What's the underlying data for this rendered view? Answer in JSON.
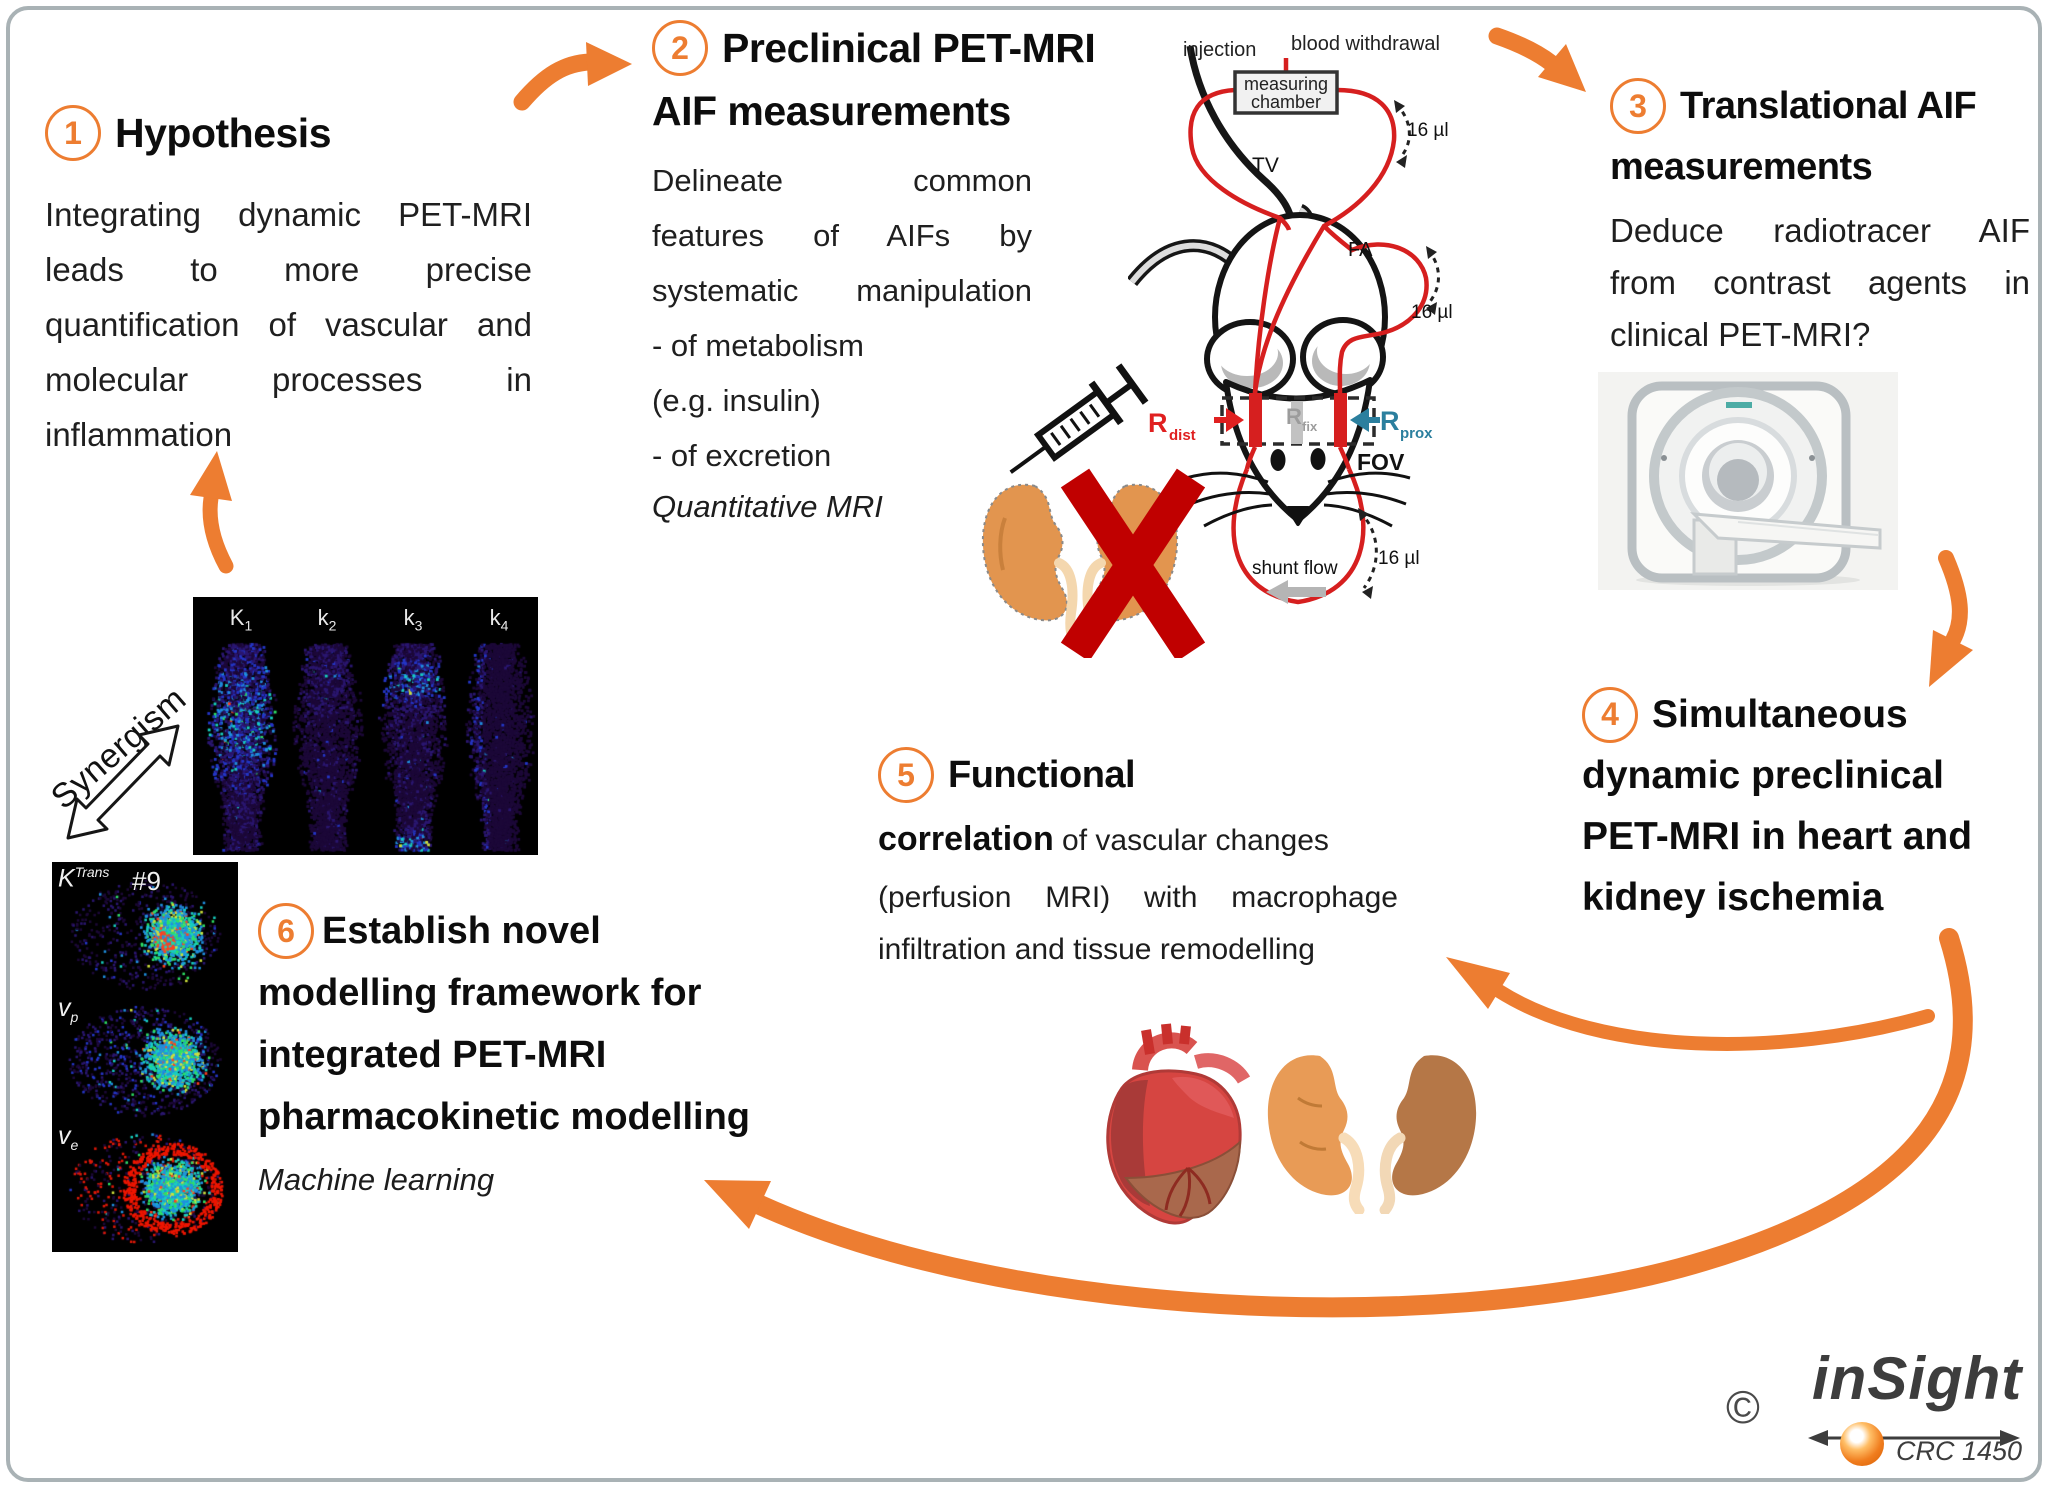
{
  "colors": {
    "accent": "#ED7D31",
    "cross_red": "#C00000",
    "catheter_red": "#D61F1F",
    "r_prox_teal": "#2B7F9E"
  },
  "steps": {
    "s1": {
      "num": "1",
      "title": "Hypothesis",
      "lines": [
        "Integrating dynamic PET-MRI",
        "leads to more precise",
        "quantification of vascular and",
        "molecular processes in",
        "inflammation"
      ]
    },
    "s2": {
      "num": "2",
      "title1": "Preclinical PET-MRI",
      "title2": "AIF measurements",
      "lines": [
        "Delineate common",
        "features of AIFs by",
        "systematic manipulation",
        "- of metabolism",
        "(e.g. insulin)",
        "- of excretion"
      ],
      "note": "Quantitative MRI"
    },
    "s3": {
      "num": "3",
      "title1": "Translational AIF",
      "title2": "measurements",
      "lines": [
        "Deduce radiotracer AIF",
        "from contrast agents in",
        "clinical PET-MRI?"
      ]
    },
    "s4": {
      "num": "4",
      "lines": [
        "Simultaneous",
        "dynamic preclinical",
        "PET-MRI in heart and",
        "kidney ischemia"
      ]
    },
    "s5": {
      "num": "5",
      "title": "Functional",
      "bold": "correlation",
      "bold_rest": " of vascular changes",
      "lines": [
        "(perfusion MRI) with macrophage",
        "infiltration and tissue remodelling"
      ]
    },
    "s6": {
      "num": "6",
      "lines": [
        "Establish novel",
        "modelling framework for",
        "integrated PET-MRI",
        "pharmacokinetic modelling"
      ],
      "note": "Machine learning"
    }
  },
  "mouse": {
    "injection": "injection",
    "withdrawal": "blood withdrawal",
    "chamber_line1": "measuring",
    "chamber_line2": "chamber",
    "tv": "TV",
    "fa": "FA",
    "fov": "FOV",
    "shunt": "shunt flow",
    "vol_top": "16 µl",
    "vol_mid": "16 µl",
    "vol_bottom": "16 µl",
    "r_dist": "R",
    "r_dist_sub": "dist",
    "r_fix": "R",
    "r_fix_sub": "fix",
    "r_prox": "R",
    "r_prox_sub": "prox"
  },
  "pet_panel": {
    "col1": "K",
    "col1_sub": "1",
    "col2": "k",
    "col2_sub": "2",
    "col3": "k",
    "col3_sub": "3",
    "col4": "k",
    "col4_sub": "4"
  },
  "ktrans_panel": {
    "k": "K",
    "k_sup": "Trans",
    "sample": "#9",
    "vp": "v",
    "vp_sub": "p",
    "ve": "v",
    "ve_sub": "e"
  },
  "synergism": {
    "label": "Synergism"
  },
  "logo": {
    "copyright": "©",
    "name": "inSight",
    "sub": "CRC 1450"
  }
}
